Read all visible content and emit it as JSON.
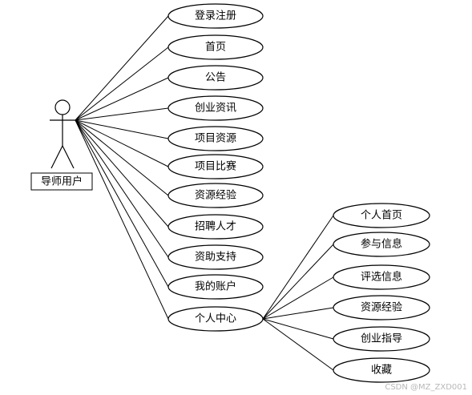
{
  "actor": {
    "label": "导师用户"
  },
  "main_cases": [
    {
      "id": "login-register",
      "label": "登录注册"
    },
    {
      "id": "home",
      "label": "首页"
    },
    {
      "id": "announcement",
      "label": "公告"
    },
    {
      "id": "startup-info",
      "label": "创业资讯"
    },
    {
      "id": "project-resources",
      "label": "项目资源"
    },
    {
      "id": "project-competition",
      "label": "项目比赛"
    },
    {
      "id": "resource-experience",
      "label": "资源经验"
    },
    {
      "id": "recruit-talent",
      "label": "招聘人才"
    },
    {
      "id": "funding-support",
      "label": "资助支持"
    },
    {
      "id": "my-account",
      "label": "我的账户"
    },
    {
      "id": "personal-center",
      "label": "个人中心"
    }
  ],
  "sub_cases": [
    {
      "id": "personal-home",
      "label": "个人首页"
    },
    {
      "id": "participation-info",
      "label": "参与信息"
    },
    {
      "id": "selection-info",
      "label": "评选信息"
    },
    {
      "id": "resource-experience-sub",
      "label": "资源经验"
    },
    {
      "id": "startup-guidance",
      "label": "创业指导"
    },
    {
      "id": "favorites",
      "label": "收藏"
    }
  ],
  "watermark": "CSDN @MZ_ZXD001"
}
